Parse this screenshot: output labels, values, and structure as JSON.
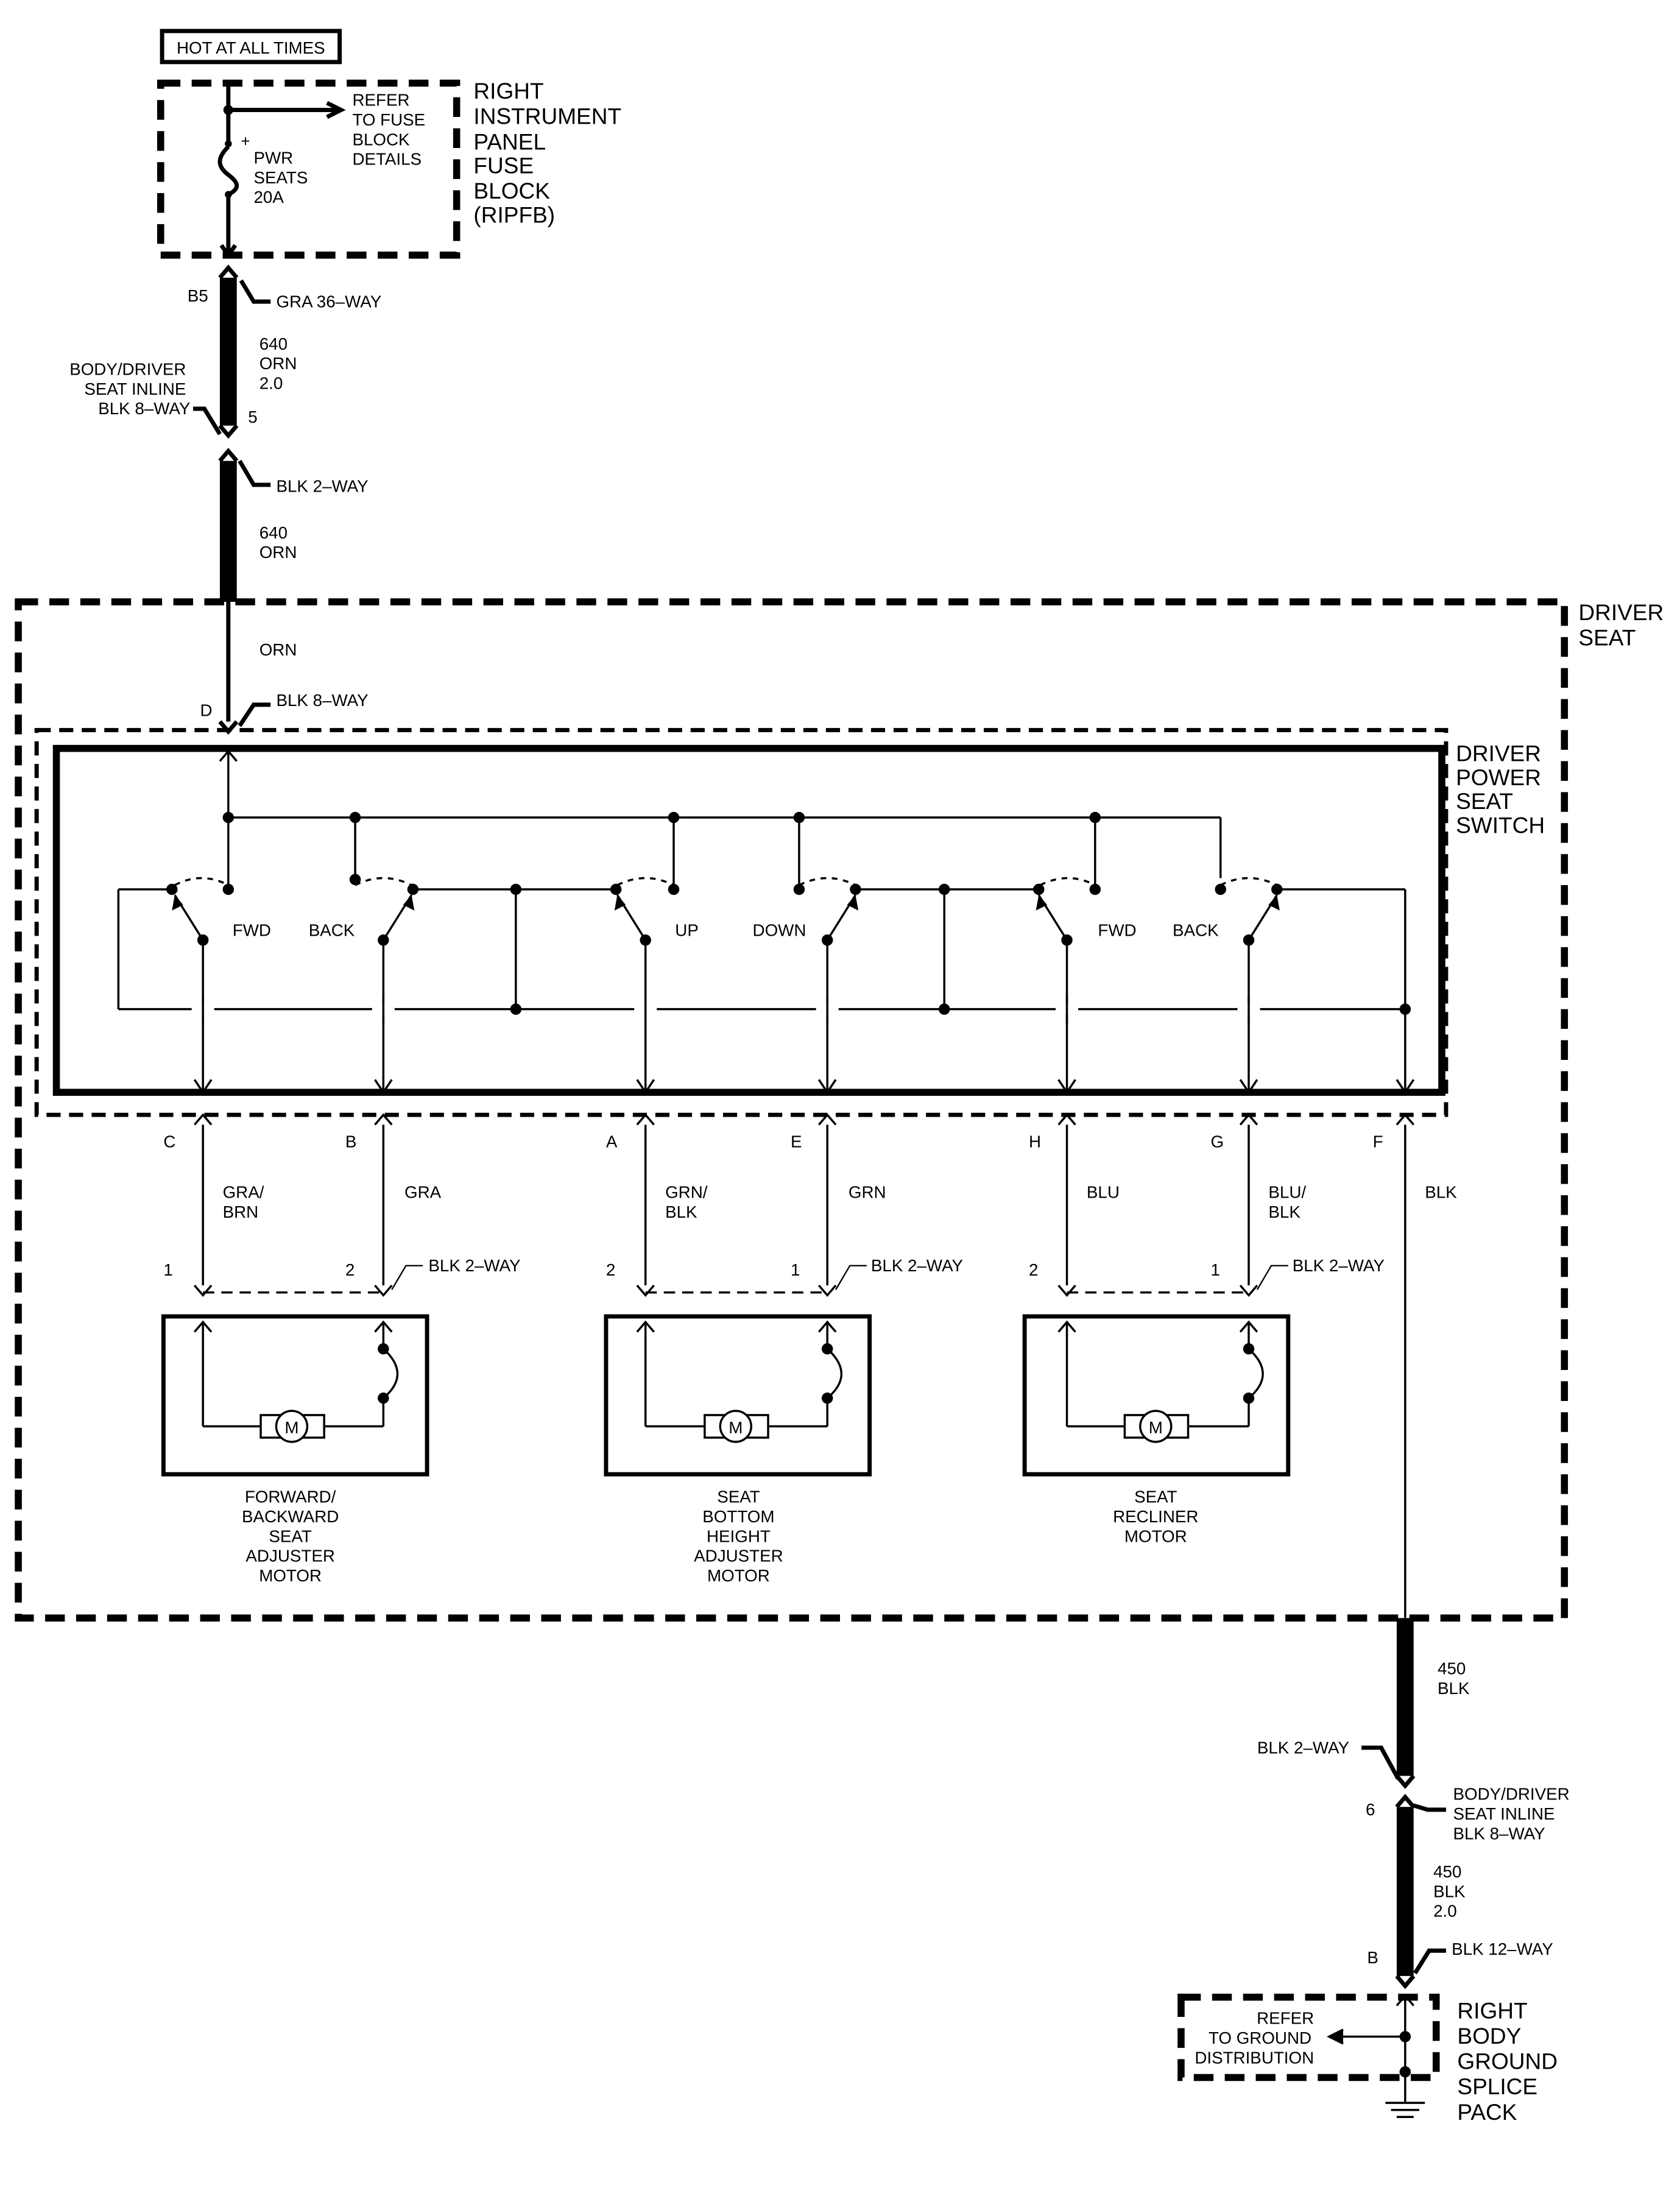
{
  "labels": {
    "hot": "HOT AT ALL TIMES",
    "refer_fuse_1": "REFER",
    "refer_fuse_2": "TO FUSE",
    "refer_fuse_3": "BLOCK",
    "refer_fuse_4": "DETAILS",
    "fuse_plus": "+",
    "fuse_1": "PWR",
    "fuse_2": "SEATS",
    "fuse_3": "20A",
    "ripfb_1": "RIGHT",
    "ripfb_2": "INSTRUMENT",
    "ripfb_3": "PANEL",
    "ripfb_4": "FUSE",
    "ripfb_5": "BLOCK",
    "ripfb_6": "(RIPFB)",
    "b5": "B5",
    "gra36": "GRA 36–WAY",
    "w640a": "640",
    "worna": "ORN",
    "w20a": "2.0",
    "inline1_1": "BODY/DRIVER",
    "inline1_2": "SEAT INLINE",
    "inline1_3": "BLK 8–WAY",
    "pin5": "5",
    "blk2_top": "BLK 2–WAY",
    "w640b": "640",
    "wornb": "ORN",
    "driver_seat_1": "DRIVER",
    "driver_seat_2": "SEAT",
    "wornc": "ORN",
    "pin_d": "D",
    "blk8_d": "BLK 8–WAY",
    "dpss_1": "DRIVER",
    "dpss_2": "POWER",
    "dpss_3": "SEAT",
    "dpss_4": "SWITCH",
    "sw_fwd1": "FWD",
    "sw_back1": "BACK",
    "sw_up": "UP",
    "sw_down": "DOWN",
    "sw_fwd2": "FWD",
    "sw_back2": "BACK",
    "pin_c": "C",
    "pin_b": "B",
    "pin_a": "A",
    "pin_e": "E",
    "pin_h": "H",
    "pin_g": "G",
    "pin_f": "F",
    "c_grabrn_1": "GRA/",
    "c_grabrn_2": "BRN",
    "c_gra": "GRA",
    "c_grnblk_1": "GRN/",
    "c_grnblk_2": "BLK",
    "c_grn": "GRN",
    "c_blu": "BLU",
    "c_blublk_1": "BLU/",
    "c_blublk_2": "BLK",
    "c_blk": "BLK",
    "m1_p1": "1",
    "m1_p2": "2",
    "m1_conn": "BLK 2–WAY",
    "m2_p2": "2",
    "m2_p1": "1",
    "m2_conn": "BLK 2–WAY",
    "m3_p2": "2",
    "m3_p1": "1",
    "m3_conn": "BLK 2–WAY",
    "motor_m1": "M",
    "motor_m2": "M",
    "motor_m3": "M",
    "m1_name_1": "FORWARD/",
    "m1_name_2": "BACKWARD",
    "m1_name_3": "SEAT",
    "m1_name_4": "ADJUSTER",
    "m1_name_5": "MOTOR",
    "m2_name_1": "SEAT",
    "m2_name_2": "BOTTOM",
    "m2_name_3": "HEIGHT",
    "m2_name_4": "ADJUSTER",
    "m2_name_5": "MOTOR",
    "m3_name_1": "SEAT",
    "m3_name_2": "RECLINER",
    "m3_name_3": "MOTOR",
    "w450a": "450",
    "wblka": "BLK",
    "blk2_bot": "BLK 2–WAY",
    "pin6": "6",
    "inline2_1": "BODY/DRIVER",
    "inline2_2": "SEAT INLINE",
    "inline2_3": "BLK 8–WAY",
    "w450b": "450",
    "wblkb": "BLK",
    "w20b": "2.0",
    "pin_b2": "B",
    "blk12": "BLK 12–WAY",
    "refer_gnd_1": "REFER",
    "refer_gnd_2": "TO GROUND",
    "refer_gnd_3": "DISTRIBUTION",
    "rbgsp_1": "RIGHT",
    "rbgsp_2": "BODY",
    "rbgsp_3": "GROUND",
    "rbgsp_4": "SPLICE",
    "rbgsp_5": "PACK"
  }
}
